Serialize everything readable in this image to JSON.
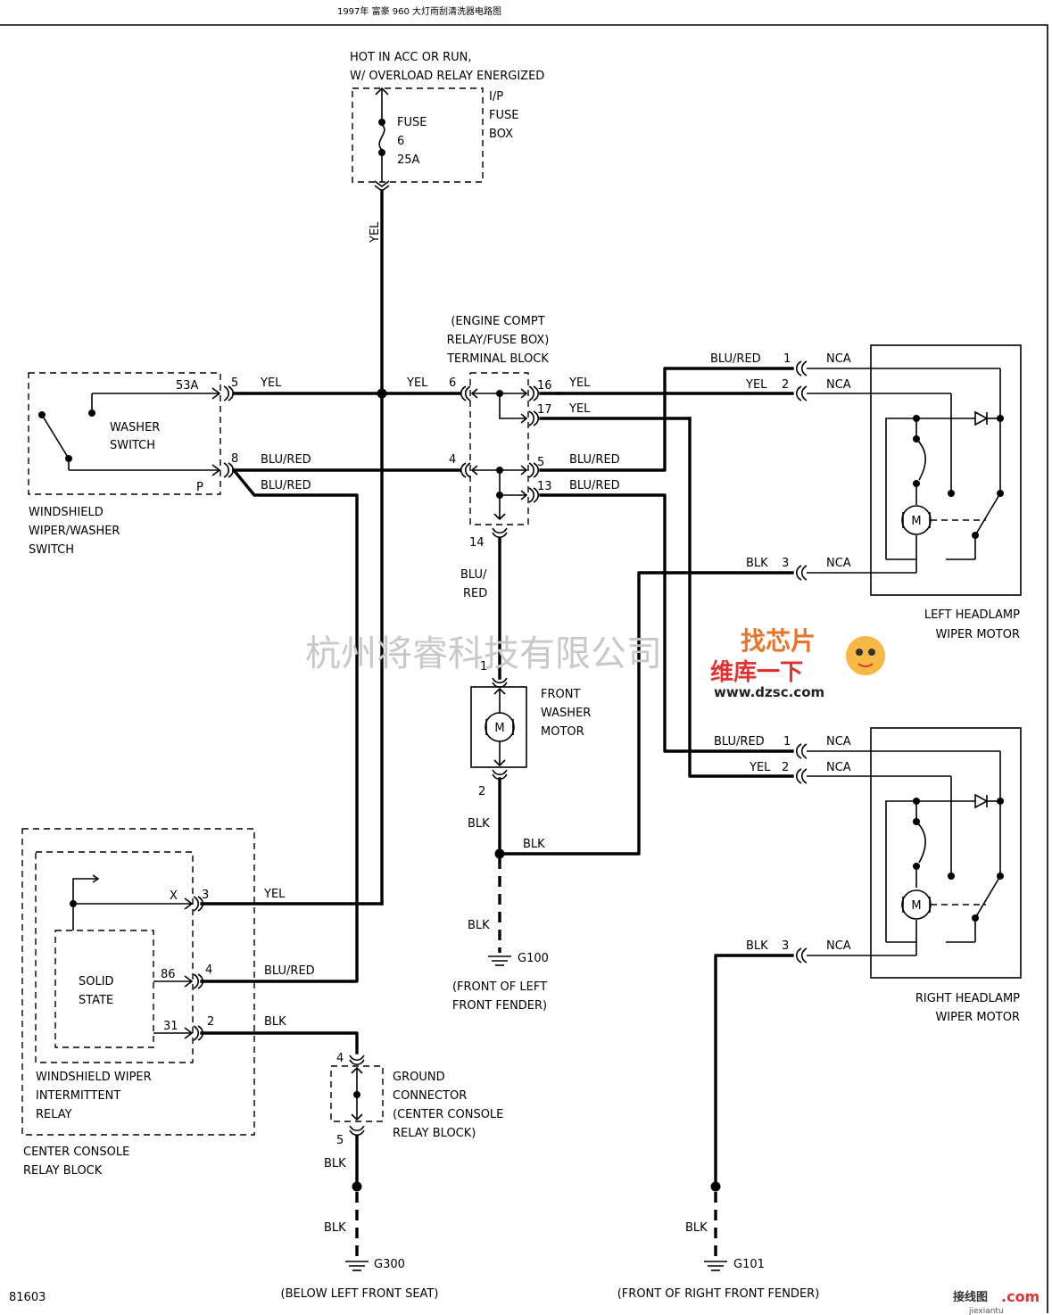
{
  "title": "1997年 富豪 960 大灯雨刮清洗器电路图",
  "figure_id": "81603",
  "watermark": "杭州将睿科技有限公司",
  "logo": {
    "top": "找芯片",
    "bottom": "维库一下",
    "url": "www.dzsc.com"
  },
  "footer_logo": {
    "text": "接线图",
    "suffix": ".com",
    "sub": "jiexiantu"
  },
  "power": {
    "line1": "HOT IN ACC OR RUN,",
    "line2": "W/ OVERLOAD RELAY ENERGIZED"
  },
  "fuse": {
    "name": "FUSE",
    "number": "6",
    "rating": "25A"
  },
  "fuse_box": {
    "line1": "I/P",
    "line2": "FUSE",
    "line3": "BOX"
  },
  "terminal_block": {
    "line1": "(ENGINE COMPT",
    "line2": "RELAY/FUSE BOX)",
    "line3": "TERMINAL BLOCK"
  },
  "switch": {
    "inner_label1": "WASHER",
    "inner_label2": "SWITCH",
    "caption1": "WINDSHIELD",
    "caption2": "WIPER/WASHER",
    "caption3": "SWITCH",
    "term_53a": "53A",
    "term_p": "P",
    "pin5": "5",
    "pin8": "8"
  },
  "washer_motor": {
    "line1": "FRONT",
    "line2": "WASHER",
    "line3": "MOTOR",
    "pin1": "1",
    "pin2": "2",
    "m": "M"
  },
  "relay": {
    "solid1": "SOLID",
    "solid2": "STATE",
    "caption1": "WINDSHIELD WIPER",
    "caption2": "INTERMITTENT",
    "caption3": "RELAY",
    "block1": "CENTER CONSOLE",
    "block2": "RELAY BLOCK",
    "term_x": "X",
    "term_86": "86",
    "term_31": "31",
    "pin3": "3",
    "pin4": "4",
    "pin2": "2"
  },
  "ground_connector": {
    "line1": "GROUND",
    "line2": "CONNECTOR",
    "line3": "(CENTER CONSOLE",
    "line4": "RELAY BLOCK)",
    "pin4": "4",
    "pin5": "5"
  },
  "left_motor": {
    "line1": "LEFT HEADLAMP",
    "line2": "WIPER MOTOR",
    "m": "M"
  },
  "right_motor": {
    "line1": "RIGHT HEADLAMP",
    "line2": "WIPER MOTOR",
    "m": "M"
  },
  "grounds": {
    "g100": "G100",
    "g100_loc1": "(FRONT OF LEFT",
    "g100_loc2": "FRONT FENDER)",
    "g300": "G300",
    "g300_loc": "(BELOW LEFT FRONT SEAT)",
    "g101": "G101",
    "g101_loc": "(FRONT OF RIGHT FRONT FENDER)"
  },
  "wires": {
    "yel": "YEL",
    "blured": "BLU/RED",
    "blk": "BLK",
    "blu_slash": "BLU/",
    "red": "RED",
    "nca": "NCA"
  },
  "pins": {
    "p1": "1",
    "p2": "2",
    "p3": "3",
    "p4": "4",
    "p5": "5",
    "p6": "6",
    "p13": "13",
    "p14": "14",
    "p16": "16",
    "p17": "17"
  }
}
